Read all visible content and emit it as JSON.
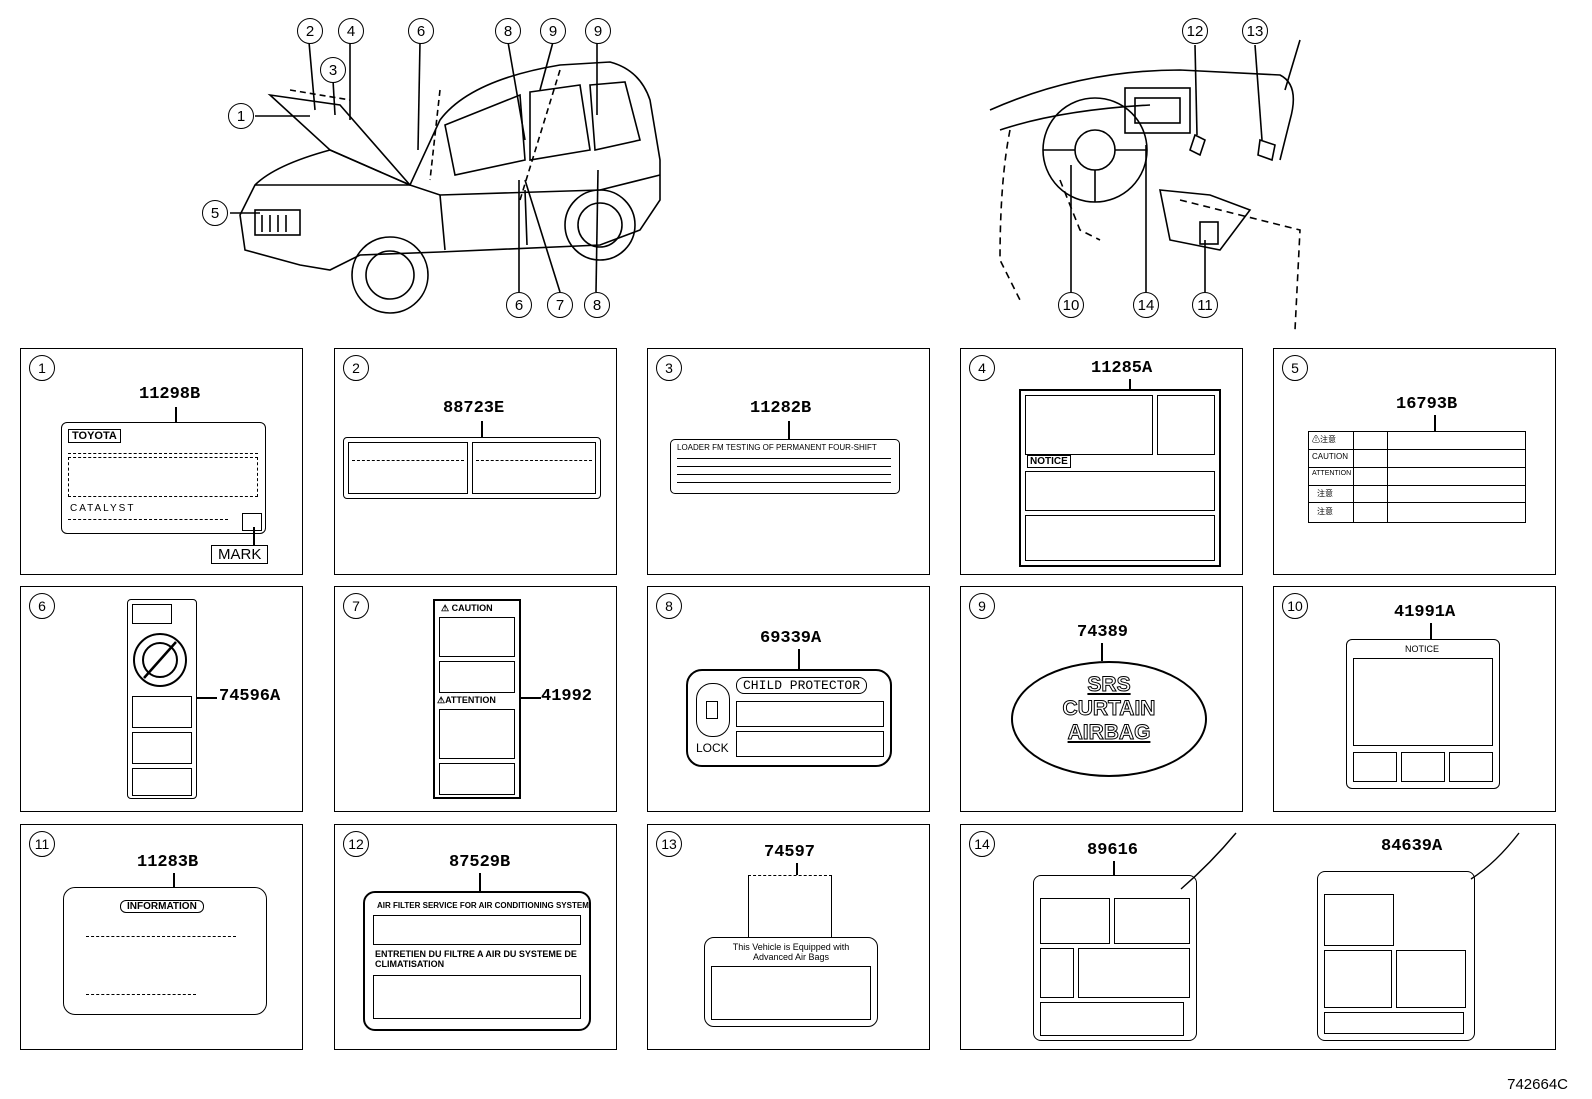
{
  "diagram_code": "742664C",
  "vehicle_callouts": [
    "1",
    "2",
    "3",
    "4",
    "5",
    "6",
    "6",
    "7",
    "8",
    "8",
    "9",
    "9"
  ],
  "interior_callouts": [
    "10",
    "11",
    "12",
    "13",
    "14"
  ],
  "panels": [
    {
      "num": "1",
      "part": "11298B",
      "texts": {
        "brand": "TOYOTA",
        "catalyst": "CATALYST",
        "mark": "MARK"
      }
    },
    {
      "num": "2",
      "part": "88723E"
    },
    {
      "num": "3",
      "part": "11282B",
      "texts": {
        "header": "LOADER FM TESTING OF PERMANENT FOUR-SHIFT"
      }
    },
    {
      "num": "4",
      "part": "11285A",
      "texts": {
        "notice": "NOTICE"
      }
    },
    {
      "num": "5",
      "part": "16793B",
      "texts": {
        "rows": [
          "⚠注意",
          "CAUTION",
          "ATTENTION",
          "注意",
          "注意"
        ]
      }
    },
    {
      "num": "6",
      "part": "74596A"
    },
    {
      "num": "7",
      "part": "41992",
      "texts": {
        "caution": "⚠ CAUTION",
        "attention": "⚠ATTENTION"
      }
    },
    {
      "num": "8",
      "part": "69339A",
      "texts": {
        "title": "CHILD PROTECTOR",
        "lock": "LOCK"
      }
    },
    {
      "num": "9",
      "part": "74389",
      "texts": {
        "l1": "SRS",
        "l2": "CURTAIN",
        "l3": "AIRBAG"
      }
    },
    {
      "num": "10",
      "part": "41991A",
      "texts": {
        "notice": "NOTICE"
      }
    },
    {
      "num": "11",
      "part": "11283B",
      "texts": {
        "info": "INFORMATION"
      }
    },
    {
      "num": "12",
      "part": "87529B",
      "texts": {
        "en": "AIR FILTER SERVICE FOR AIR CONDITIONING SYSTEM",
        "fr": "ENTRETIEN DU FILTRE A AIR DU SYSTEME DE CLIMATISATION"
      }
    },
    {
      "num": "13",
      "part": "74597",
      "texts": {
        "airbag": "This Vehicle is Equipped with Advanced Air Bags"
      }
    },
    {
      "num": "14",
      "part_a": "89616",
      "part_b": "84639A"
    }
  ]
}
